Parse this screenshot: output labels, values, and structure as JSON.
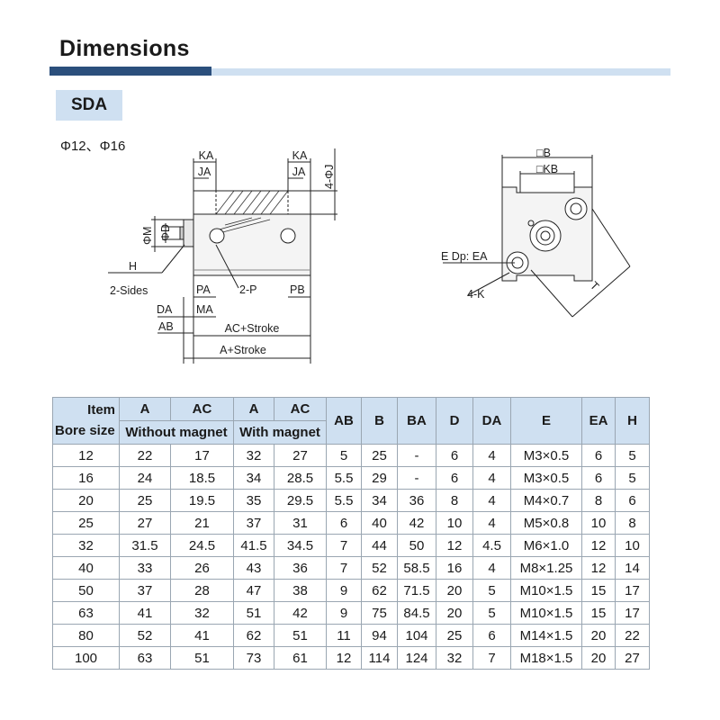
{
  "header": {
    "title": "Dimensions",
    "series": "SDA"
  },
  "drawing": {
    "bore_caption": "Φ12、Φ16",
    "side_labels": [
      "KA",
      "KA",
      "JA",
      "JA",
      "4-ΦJ",
      "ΦM",
      "ΦD",
      "H",
      "2-Sides",
      "PA",
      "2-P",
      "PB",
      "DA",
      "MA",
      "AB",
      "AC+Stroke",
      "A+Stroke"
    ],
    "end_labels": [
      "□B",
      "□KB",
      "E Dp: EA",
      "4-K",
      "T"
    ]
  },
  "table": {
    "header_row1": {
      "item": "Item",
      "a_no": "A",
      "ac_no": "AC",
      "a_mag": "A",
      "ac_mag": "AC",
      "ab": "AB",
      "b": "B",
      "ba": "BA",
      "d": "D",
      "da": "DA",
      "e": "E",
      "ea": "EA",
      "h": "H"
    },
    "header_row2": {
      "bore": "Bore size",
      "without": "Without magnet",
      "with": "With magnet"
    },
    "rows": [
      [
        "12",
        "22",
        "17",
        "32",
        "27",
        "5",
        "25",
        "-",
        "6",
        "4",
        "M3×0.5",
        "6",
        "5"
      ],
      [
        "16",
        "24",
        "18.5",
        "34",
        "28.5",
        "5.5",
        "29",
        "-",
        "6",
        "4",
        "M3×0.5",
        "6",
        "5"
      ],
      [
        "20",
        "25",
        "19.5",
        "35",
        "29.5",
        "5.5",
        "34",
        "36",
        "8",
        "4",
        "M4×0.7",
        "8",
        "6"
      ],
      [
        "25",
        "27",
        "21",
        "37",
        "31",
        "6",
        "40",
        "42",
        "10",
        "4",
        "M5×0.8",
        "10",
        "8"
      ],
      [
        "32",
        "31.5",
        "24.5",
        "41.5",
        "34.5",
        "7",
        "44",
        "50",
        "12",
        "4.5",
        "M6×1.0",
        "12",
        "10"
      ],
      [
        "40",
        "33",
        "26",
        "43",
        "36",
        "7",
        "52",
        "58.5",
        "16",
        "4",
        "M8×1.25",
        "12",
        "14"
      ],
      [
        "50",
        "37",
        "28",
        "47",
        "38",
        "9",
        "62",
        "71.5",
        "20",
        "5",
        "M10×1.5",
        "15",
        "17"
      ],
      [
        "63",
        "41",
        "32",
        "51",
        "42",
        "9",
        "75",
        "84.5",
        "20",
        "5",
        "M10×1.5",
        "15",
        "17"
      ],
      [
        "80",
        "52",
        "41",
        "62",
        "51",
        "11",
        "94",
        "104",
        "25",
        "6",
        "M14×1.5",
        "20",
        "22"
      ],
      [
        "100",
        "63",
        "51",
        "73",
        "61",
        "12",
        "114",
        "124",
        "32",
        "7",
        "M18×1.5",
        "20",
        "27"
      ]
    ]
  },
  "colors": {
    "accent_dark": "#2b4f7c",
    "accent_light": "#cfe0f1"
  }
}
